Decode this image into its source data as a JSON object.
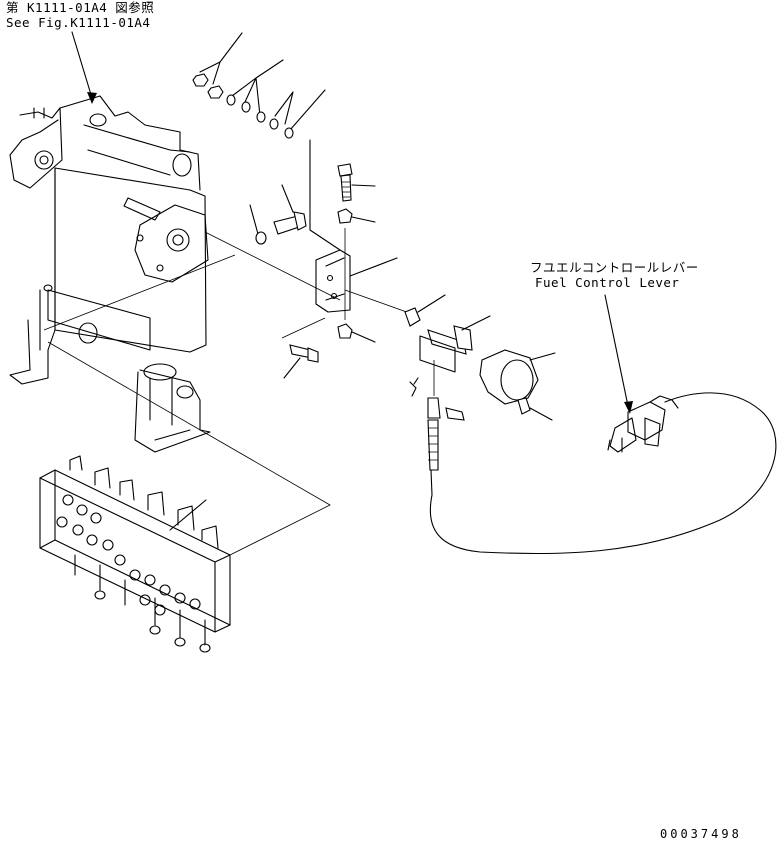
{
  "header": {
    "reference_ja": "第 K1111-01A4 図参照",
    "reference_en": "See Fig.K1111-01A4"
  },
  "callouts": {
    "fuel_control_lever_ja": "フユエルコントロールレバー",
    "fuel_control_lever_en": "Fuel Control Lever"
  },
  "footer": {
    "document_number": "00037498"
  },
  "colors": {
    "line": "#000000",
    "background": "#ffffff"
  }
}
